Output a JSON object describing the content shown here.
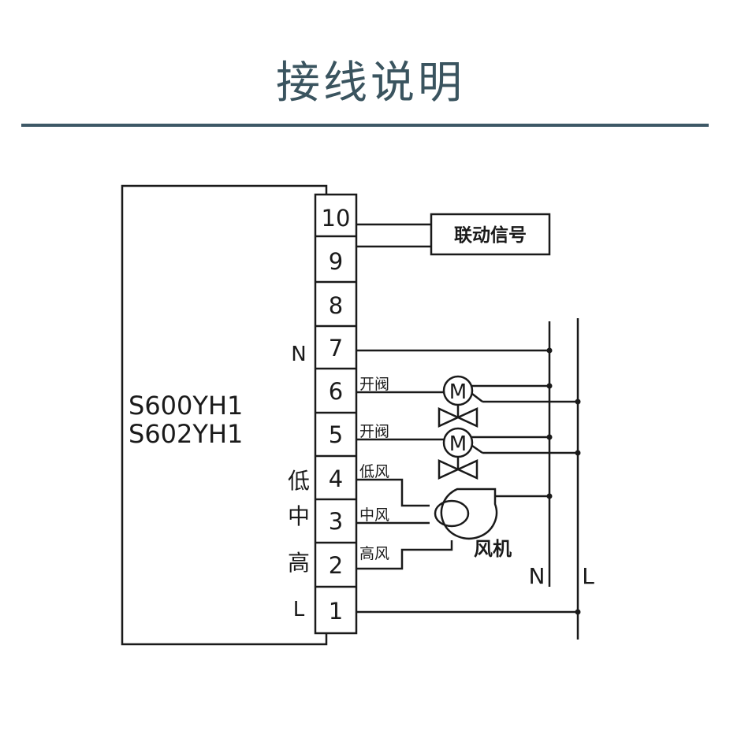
{
  "title": "接线说明",
  "controller": {
    "models": [
      "S600YH1",
      "S602YH1"
    ]
  },
  "terminals": [
    "10",
    "9",
    "8",
    "7",
    "6",
    "5",
    "4",
    "3",
    "2",
    "1"
  ],
  "side_labels": {
    "t7": "N",
    "t4": "低",
    "t3": "中",
    "t2": "高",
    "t1": "L"
  },
  "wire_labels": {
    "t6": "开阀",
    "t5": "开阀",
    "t4": "低风",
    "t3": "中风",
    "t2": "高风"
  },
  "signal_box": "联动信号",
  "valve_motor_symbol": "M",
  "fan_label": "风机",
  "bus_labels": {
    "n": "N",
    "l": "L"
  },
  "colors": {
    "title": "#3a545f",
    "rule": "#3d5866",
    "line": "#1a1a1a"
  }
}
